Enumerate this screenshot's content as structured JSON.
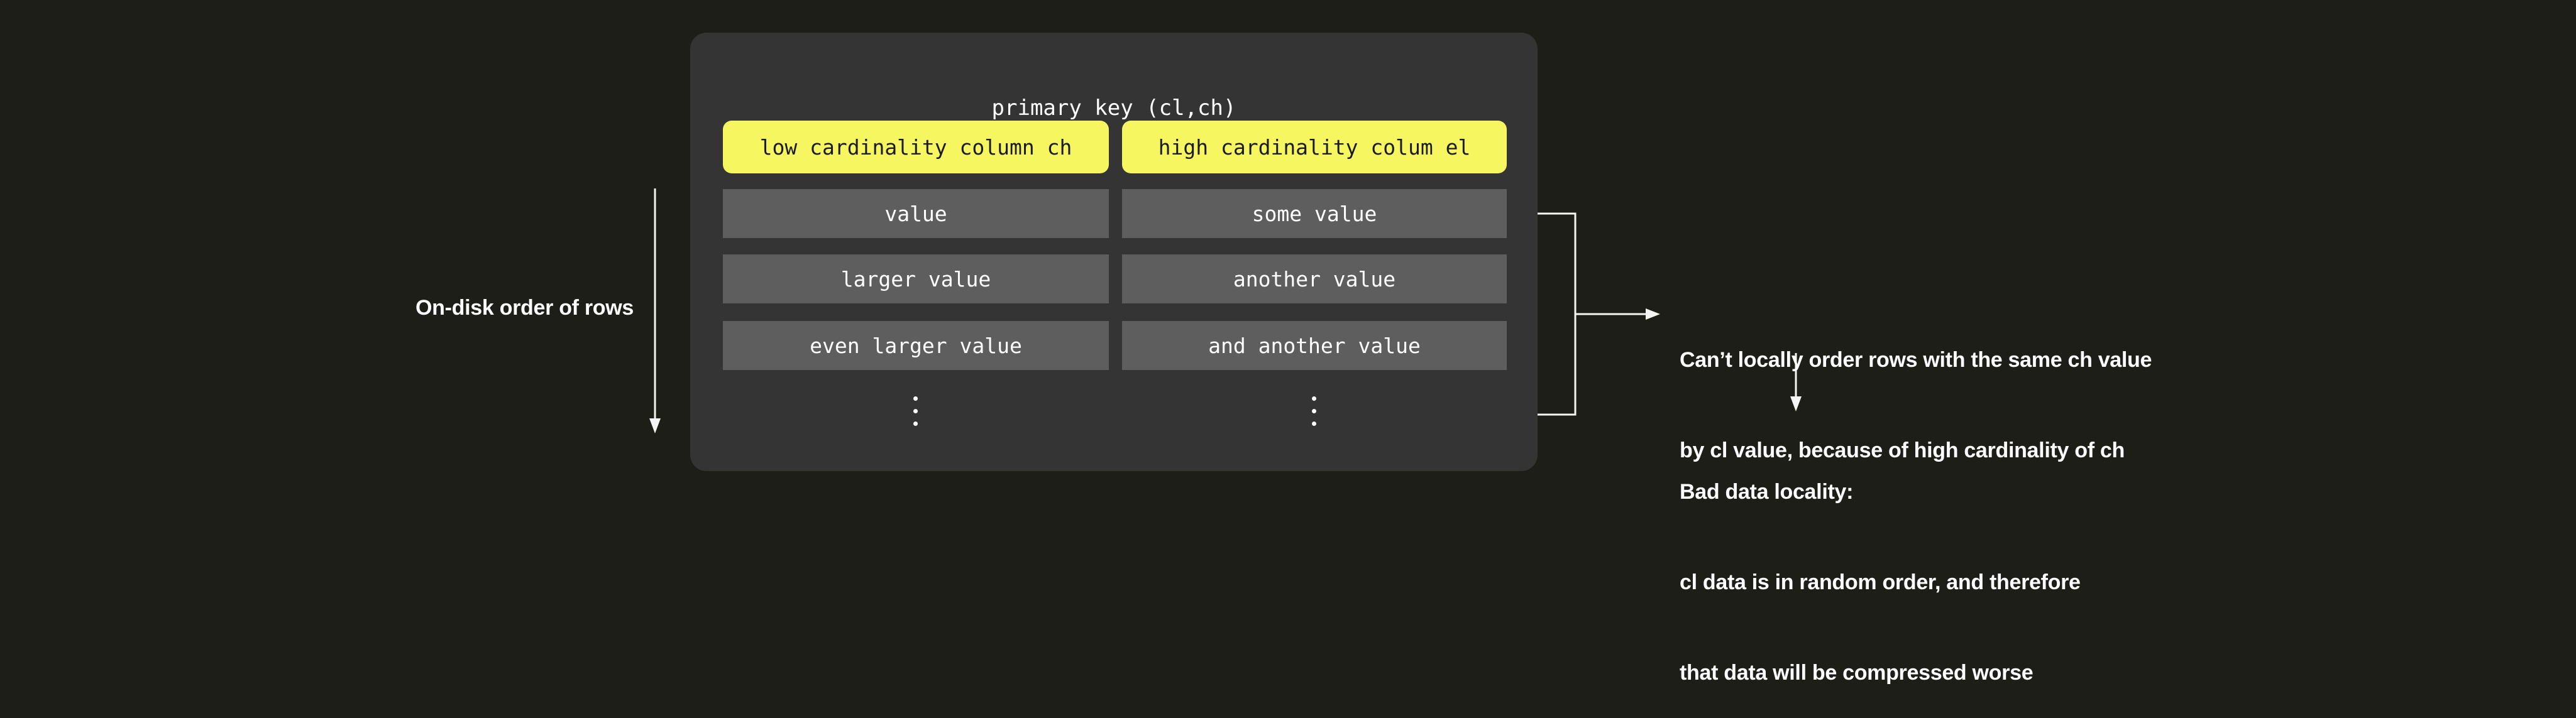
{
  "colors": {
    "background": "#1e1e19",
    "panel": "#343434",
    "header_bg": "#f6f661",
    "header_text": "#1b1b1b",
    "row_bg": "#5e5e5e",
    "text": "#ffffff",
    "line": "#f5f5f3"
  },
  "panel": {
    "title": "primary key (cl,ch)",
    "columns": [
      {
        "header": "low cardinality column ch",
        "rows": [
          "value",
          "larger value",
          "even larger value"
        ]
      },
      {
        "header": "high cardinality colum el",
        "rows": [
          "some value",
          "another value",
          "and another value"
        ]
      }
    ]
  },
  "icons": {
    "left_flow": "down-arrow",
    "row_group": "right-bracket",
    "note_link": "right-arrow",
    "note_flow": "down-arrow",
    "ellipsis": "vertical-ellipsis"
  },
  "annotations": {
    "left_label": "On-disk order of rows",
    "note1_line1": "Can’t locally order rows with the same ch value",
    "note1_line2": "by cl value, because of high cardinality of ch",
    "note2_line1": "Bad data locality:",
    "note2_line2": "cl data is in random order, and therefore",
    "note2_line3": "that data will be compressed worse"
  }
}
